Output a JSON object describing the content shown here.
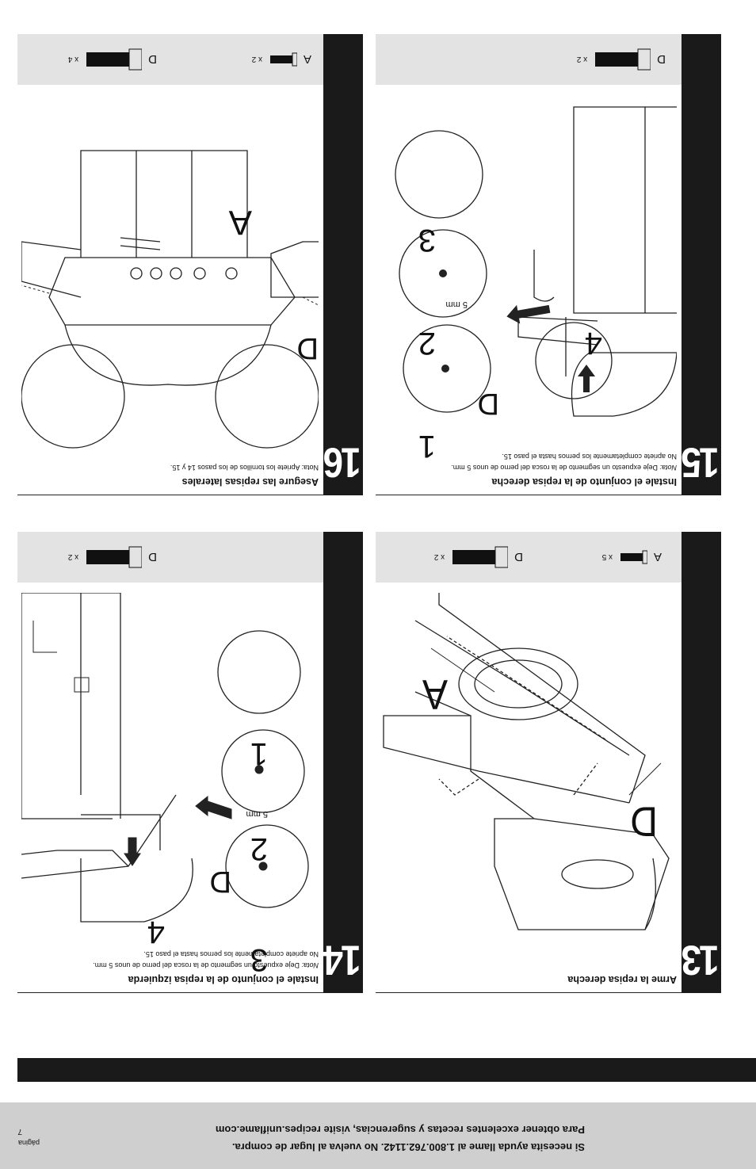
{
  "footer": {
    "line1": "Si necesita ayuda llame al 1.800.762.1142. No vuelva al lugar de compra.",
    "line2": "Para obtener excelentes recetas y sugerencias, visite recipes.uniflame.com",
    "page_label": "página",
    "page_number": "7"
  },
  "steps": [
    {
      "number": "13",
      "title": "Arme la repisa derecha",
      "parts": [
        {
          "letter": "A",
          "qty": "x 5"
        },
        {
          "letter": "D",
          "qty": "x 2"
        }
      ],
      "callouts": [
        "A",
        "D"
      ]
    },
    {
      "number": "14",
      "title": "Instale el conjunto de la repisa izquierda",
      "note_label": "Nota:",
      "note_line1": "Deje expuesto un segmento de la rosca del perno de unos 5 mm.",
      "note_line2": "No apriete completamente los pernos hasta el paso 15.",
      "parts": [
        {
          "letter": "D",
          "qty": "x 2"
        }
      ],
      "detail_numbers": [
        "1",
        "2",
        "3",
        "4"
      ],
      "measure": "5 mm",
      "callouts": [
        "D"
      ]
    },
    {
      "number": "15",
      "title": "Instale el conjunto de la repisa derecha",
      "note_label": "Nota:",
      "note_line1": "Deje expuesto un segmento de la rosca del perno de unos 5 mm.",
      "note_line2": "No apriete completamente los pernos hasta el paso 15.",
      "parts": [
        {
          "letter": "D",
          "qty": "x 2"
        }
      ],
      "detail_numbers": [
        "1",
        "2",
        "3",
        "4"
      ],
      "measure": "5 mm",
      "callouts": [
        "D"
      ]
    },
    {
      "number": "16",
      "title": "Asegure las repisas laterales",
      "note": "Nota: Apriete los tornillos de los pasos 14 y 15.",
      "parts": [
        {
          "letter": "A",
          "qty": "x 2"
        },
        {
          "letter": "D",
          "qty": "x 4"
        }
      ],
      "callouts": [
        "A",
        "D"
      ]
    }
  ]
}
